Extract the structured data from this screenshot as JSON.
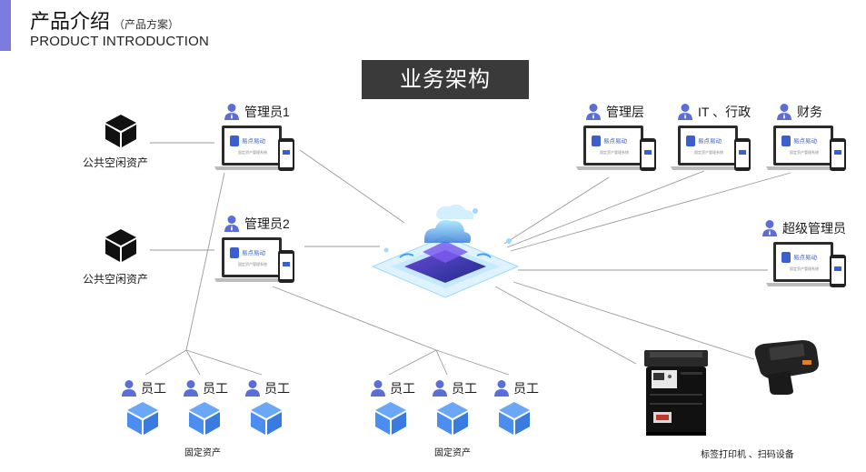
{
  "header": {
    "title": "产品介绍",
    "title_note": "（产品方案）",
    "subtitle": "PRODUCT INTRODUCTION"
  },
  "banner": "业务架构",
  "left_nodes": [
    {
      "label": "管理员1",
      "asset_label": "公共空闲资产"
    },
    {
      "label": "管理员2",
      "asset_label": "公共空闲资产"
    }
  ],
  "right_nodes": [
    {
      "label": "管理层"
    },
    {
      "label": "IT 、行政"
    },
    {
      "label": "财务"
    },
    {
      "label": "超级管理员"
    }
  ],
  "employee_groups": [
    {
      "employees": [
        "员工",
        "员工",
        "员工"
      ],
      "caption": "固定资产"
    },
    {
      "employees": [
        "员工",
        "员工",
        "员工"
      ],
      "caption": "固定资产"
    }
  ],
  "devices_caption": "标签打印机 、扫码设备",
  "screen_brand": "易点易动",
  "screen_tagline": "固定资产管理系统",
  "colors": {
    "accent": "#7b7be0",
    "person": "#5b6ed8",
    "cube": "#4b8ef0",
    "banner": "#3a3a3a"
  },
  "icons": [
    "person-icon",
    "cube-icon",
    "asset-box-icon",
    "cloud-hub-icon",
    "printer-icon",
    "scanner-icon"
  ]
}
